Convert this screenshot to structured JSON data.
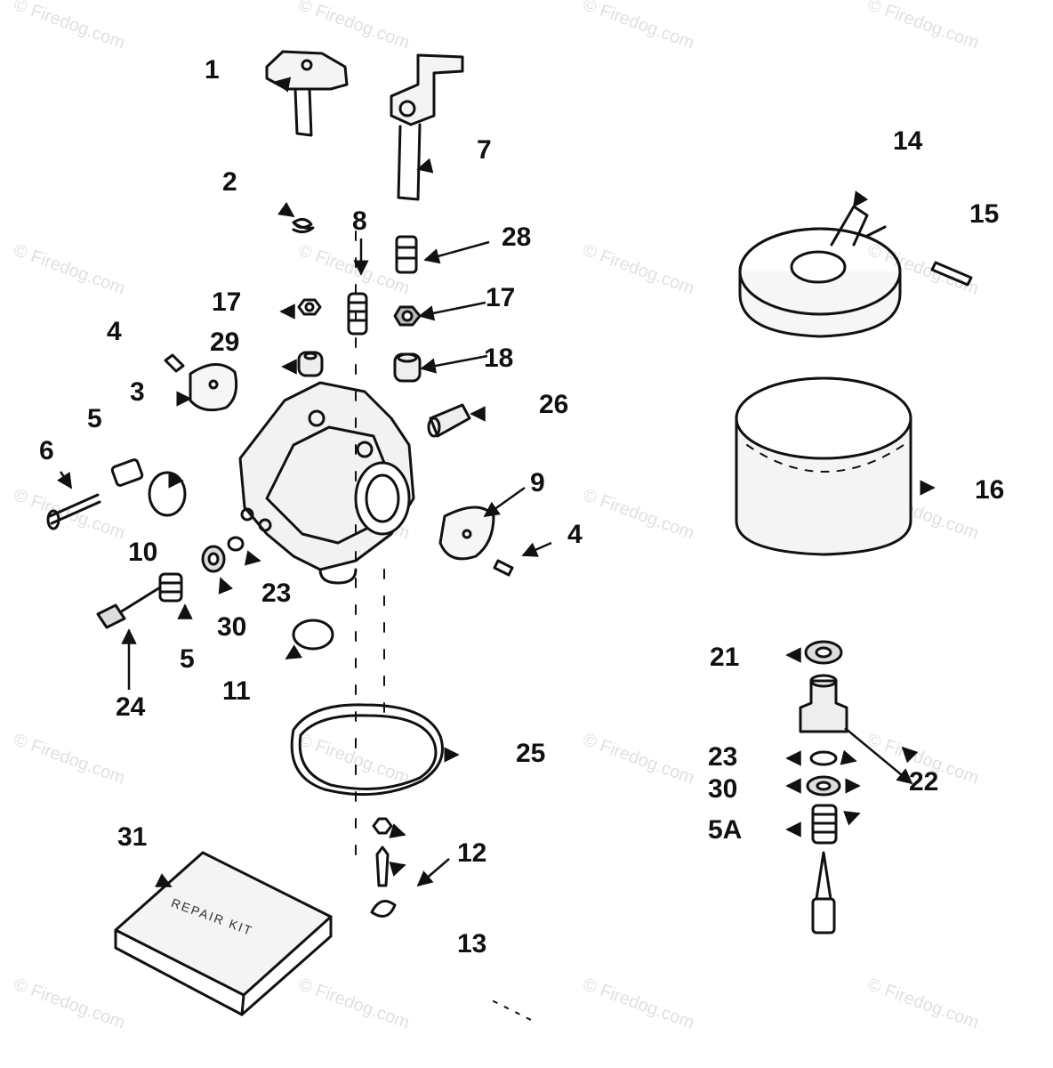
{
  "watermark": "© Firedog.com",
  "repair_kit_text": "REPAIR KIT",
  "labels": {
    "l1": "1",
    "l2": "2",
    "l3": "3",
    "l4a": "4",
    "l4b": "4",
    "l5a": "5",
    "l5b": "5",
    "l5A": "5A",
    "l6": "6",
    "l7": "7",
    "l8": "8",
    "l9": "9",
    "l10": "10",
    "l11": "11",
    "l12": "12",
    "l13": "13",
    "l14": "14",
    "l15": "15",
    "l16": "16",
    "l17a": "17",
    "l17b": "17",
    "l18": "18",
    "l21": "21",
    "l22": "22",
    "l23a": "23",
    "l23b": "23",
    "l24": "24",
    "l25": "25",
    "l26": "26",
    "l28": "28",
    "l29": "29",
    "l30a": "30",
    "l30b": "30",
    "l31": "31"
  }
}
